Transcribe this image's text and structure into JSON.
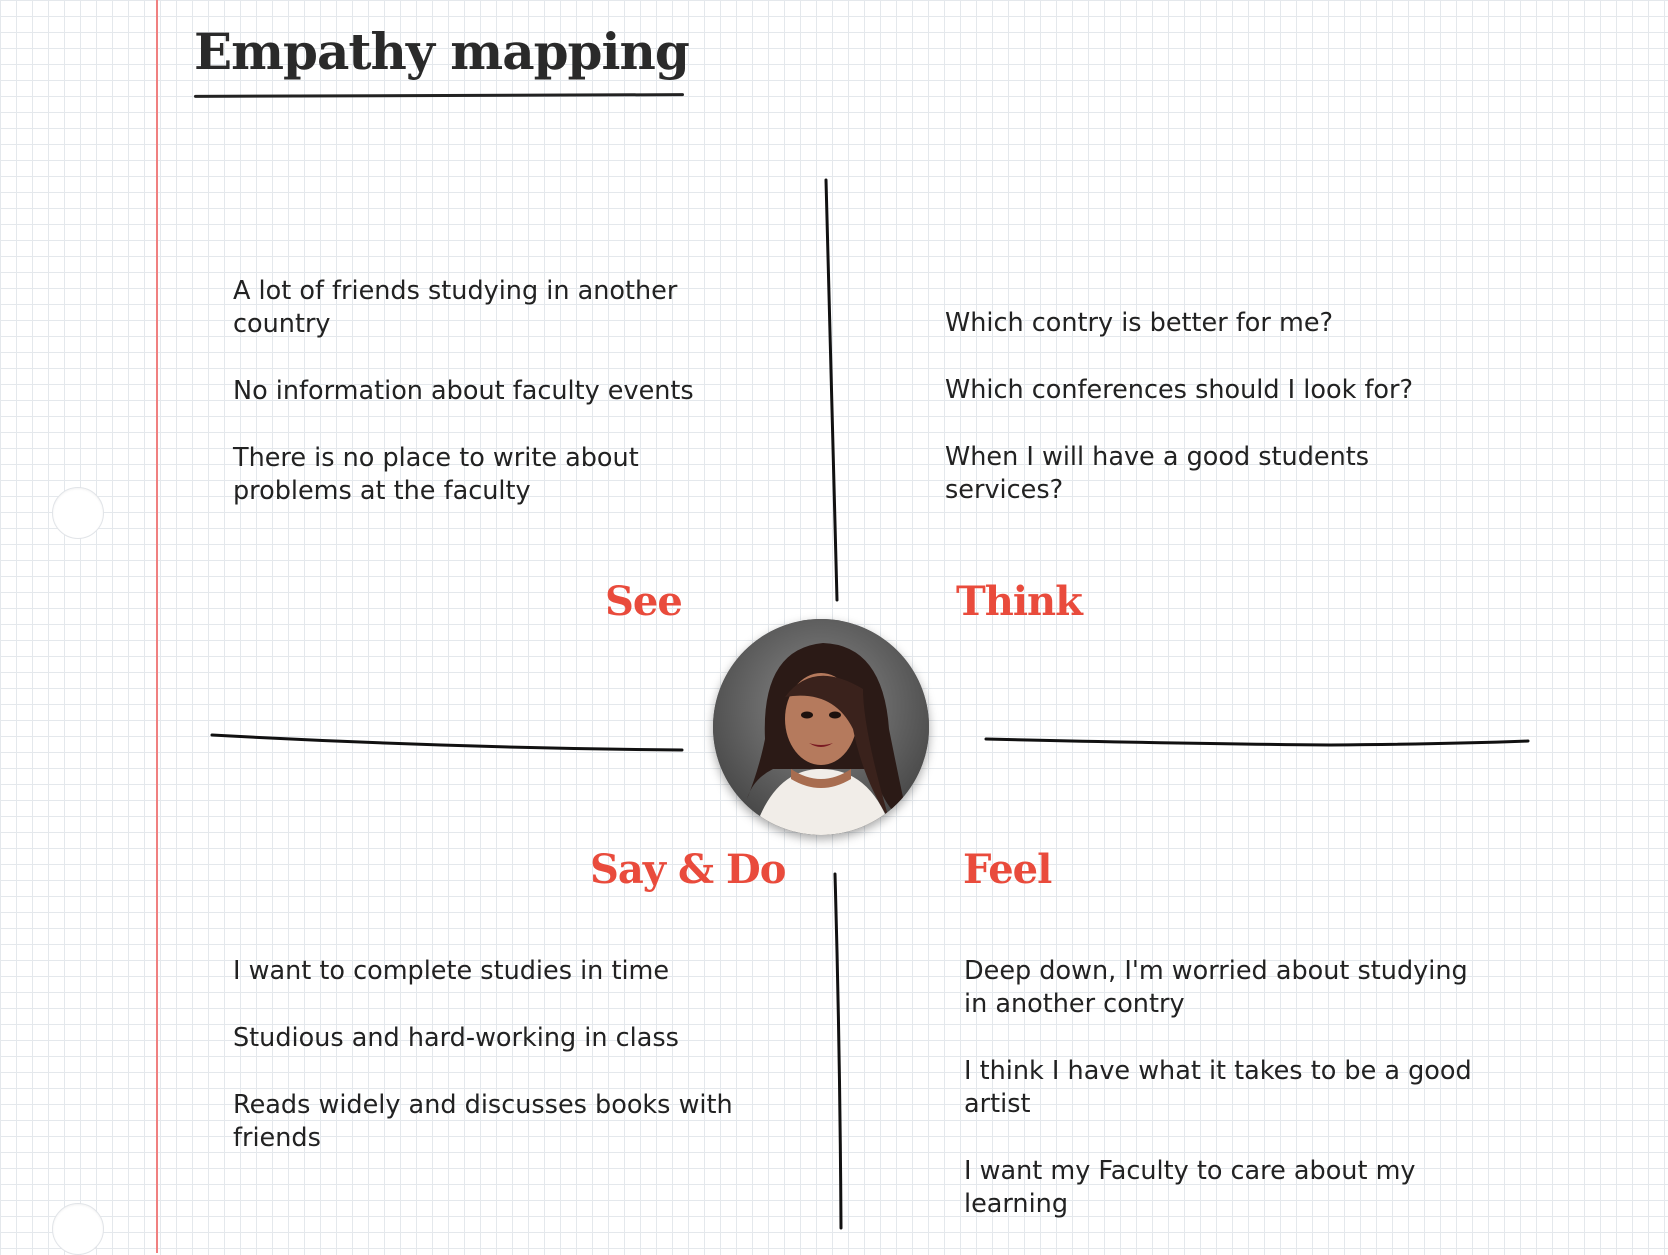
{
  "title": {
    "bold": "Empathy",
    "regular": "mapping"
  },
  "quadrants": {
    "see": {
      "label": "See",
      "items": [
        "A lot of friends studying in another country",
        "No information about faculty events",
        "There is no place to write about problems at the faculty"
      ]
    },
    "think": {
      "label": "Think",
      "items": [
        "Which contry is better for me?",
        "Which conferences should I look for?",
        "When I will have a  good students services?"
      ]
    },
    "say_do": {
      "label": "Say & Do",
      "items": [
        "I want to complete studies in time",
        "Studious and hard-working in class",
        "Reads widely and discusses books with friends"
      ]
    },
    "feel": {
      "label": "Feel",
      "items": [
        "Deep down, I'm worried about studying in another contry",
        "I think I have what it takes to be a good artist",
        "I want my Faculty to care about my learning"
      ]
    }
  },
  "colors": {
    "accent": "#e94b3c",
    "margin_line": "#f08080",
    "grid": "#e4e8ec",
    "ink": "#222222"
  }
}
